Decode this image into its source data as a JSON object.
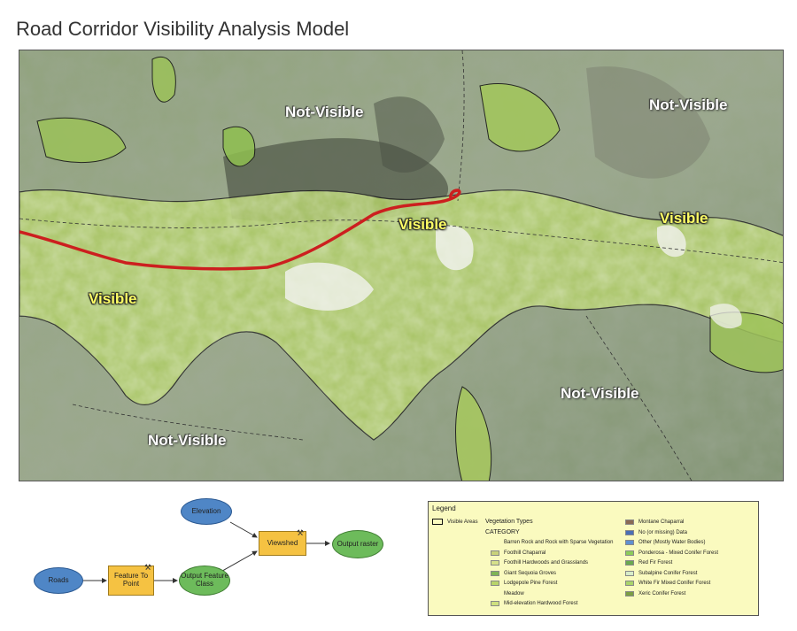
{
  "title": "Road Corridor Visibility Analysis Model",
  "map": {
    "labels": {
      "not_visible_top": "Not-Visible",
      "not_visible_top_right": "Not-Visible",
      "not_visible_bottom_left": "Not-Visible",
      "not_visible_bottom_right": "Not-Visible",
      "visible_left": "Visible",
      "visible_center": "Visible",
      "visible_right": "Visible"
    },
    "colors": {
      "road": "#cc1f1f",
      "visible_label": "#ffff66",
      "not_visible_label": "#ffffff"
    }
  },
  "model": {
    "elevation": "Elevation",
    "roads": "Roads",
    "feature_to_point": "Feature To Point",
    "output_feature_class": "Output Feature Class",
    "viewshed": "Viewshed",
    "output_raster": "Output raster"
  },
  "legend": {
    "title": "Legend",
    "visible_areas": "Visible Areas",
    "vegetation_types": "Vegetation Types",
    "category": "CATEGORY",
    "left_items": [
      {
        "label": "Barren Rock and Rock with Sparse Vegetation",
        "color": ""
      },
      {
        "label": "Foothill Chaparral",
        "color": "#c9d27a"
      },
      {
        "label": "Foothill Hardwoods and Grasslands",
        "color": "#d6e08a"
      },
      {
        "label": "Giant Sequoia Groves",
        "color": "#7fb555"
      },
      {
        "label": "Lodgepole Pine Forest",
        "color": "#b8d46a"
      },
      {
        "label": "Meadow",
        "color": ""
      },
      {
        "label": "Mid-elevation Hardwood Forest",
        "color": "#cfe07e"
      }
    ],
    "right_items": [
      {
        "label": "Montane Chaparral",
        "color": "#8a6a55"
      },
      {
        "label": "No (or missing) Data",
        "color": "#4a6fb5"
      },
      {
        "label": "Other (Mostly Water Bodies)",
        "color": "#5f8fd0"
      },
      {
        "label": "Ponderosa - Mixed Conifer Forest",
        "color": "#8ccc5a"
      },
      {
        "label": "Red Fir Forest",
        "color": "#6aa84f"
      },
      {
        "label": "Subalpine Conifer Forest",
        "color": "#d7ecc8"
      },
      {
        "label": "White Fir Mixed Conifer Forest",
        "color": "#a9d46a"
      },
      {
        "label": "Xeric Conifer Forest",
        "color": "#7b9e44"
      }
    ]
  }
}
